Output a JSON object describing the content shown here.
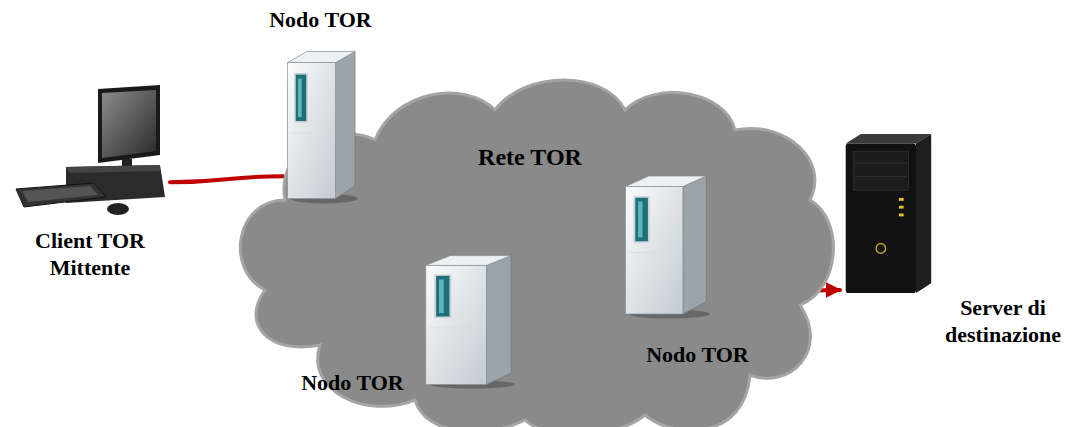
{
  "diagram": {
    "nodes": [
      {
        "text": [
          "Client TOR Mittente"
        ]
      },
      {
        "text": [
          "Rete TOR"
        ]
      },
      {
        "text": [
          "Nodo TOR"
        ],
        "in": 1
      },
      {
        "text": [
          "Nodo TOR"
        ],
        "in": 1
      },
      {
        "text": [
          "Nodo TOR"
        ],
        "in": 1
      },
      {
        "text": [
          "Server di destinazione"
        ]
      }
    ],
    "edges": [
      {
        "from": 0,
        "to": 2,
        "arrow": "none"
      },
      {
        "from": 2,
        "to": 3,
        "arrow": "none"
      },
      {
        "from": 3,
        "to": 4,
        "arrow": "none"
      },
      {
        "from": 4,
        "to": 5,
        "arrow": "to"
      }
    ]
  }
}
